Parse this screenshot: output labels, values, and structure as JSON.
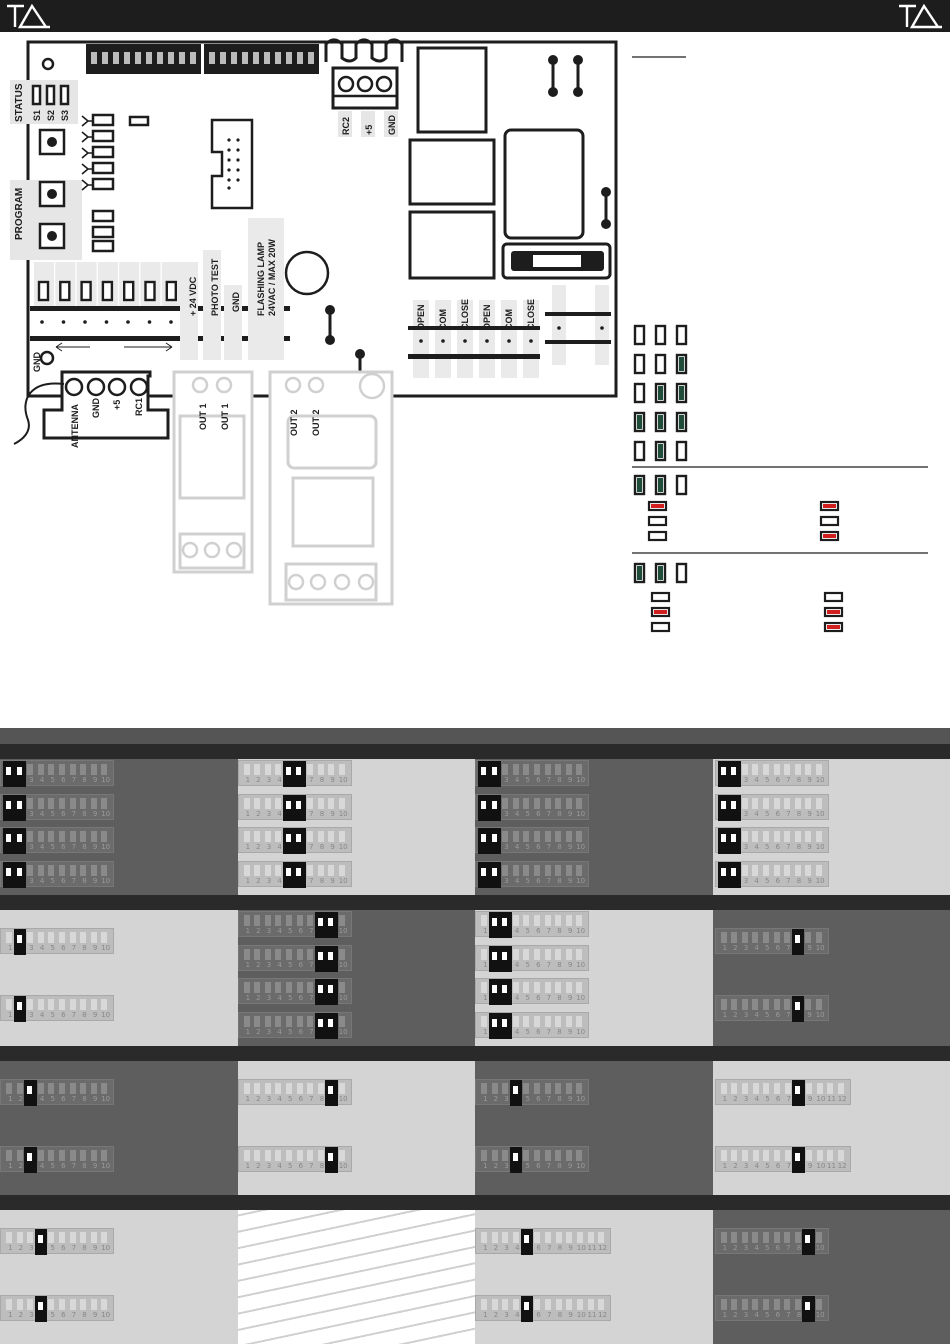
{
  "header": {
    "logo_name": "ta-logo"
  },
  "board": {
    "status_label": "STATUS",
    "program_label": "PROGRAM",
    "leds": [
      "S1",
      "S2",
      "S3"
    ],
    "top_connector": [
      "RC2",
      "+5",
      "GND"
    ],
    "left_labels": [
      "GND",
      "ANTENNA",
      "GND",
      "+5",
      "RC1"
    ],
    "power_labels": [
      "+ 24 VDC",
      "PHOTO TEST",
      "GND"
    ],
    "lamp_label_1": "FLASHING LAMP",
    "lamp_label_2": "24VAC / MAX 20W",
    "relay_labels": [
      "OPEN",
      "COM",
      "CLOSE",
      "OPEN",
      "COM",
      "CLOSE"
    ],
    "out1_labels": [
      "OUT 1",
      "OUT 1"
    ],
    "out2_labels": [
      "OUT 2",
      "OUT 2"
    ]
  },
  "legend": {
    "led_states": [
      [
        "off",
        "off",
        "off"
      ],
      [
        "off",
        "off",
        "on"
      ],
      [
        "off",
        "on",
        "on"
      ],
      [
        "on",
        "on",
        "on"
      ],
      [
        "off",
        "on",
        "off"
      ]
    ],
    "mode_a_leds": [
      "on",
      "on",
      "off"
    ],
    "mode_a_left": [
      "red",
      "off",
      "off"
    ],
    "mode_a_right": [
      "red",
      "off",
      "red"
    ],
    "mode_b_leds": [
      "on",
      "on",
      "off"
    ],
    "mode_b_left": [
      "off",
      "red",
      "off"
    ],
    "mode_b_right": [
      "off",
      "red",
      "red"
    ]
  },
  "dip_panels": {
    "num_10": [
      "1",
      "2",
      "3",
      "4",
      "5",
      "6",
      "7",
      "8",
      "9",
      "10"
    ],
    "num_12": [
      "1",
      "2",
      "3",
      "4",
      "5",
      "6",
      "7",
      "8",
      "9",
      "10",
      "11",
      "12"
    ]
  },
  "colors": {
    "led_on": "#1f4d3a",
    "led_red": "#d11f1f",
    "accent_dark": "#1d1d1d"
  }
}
